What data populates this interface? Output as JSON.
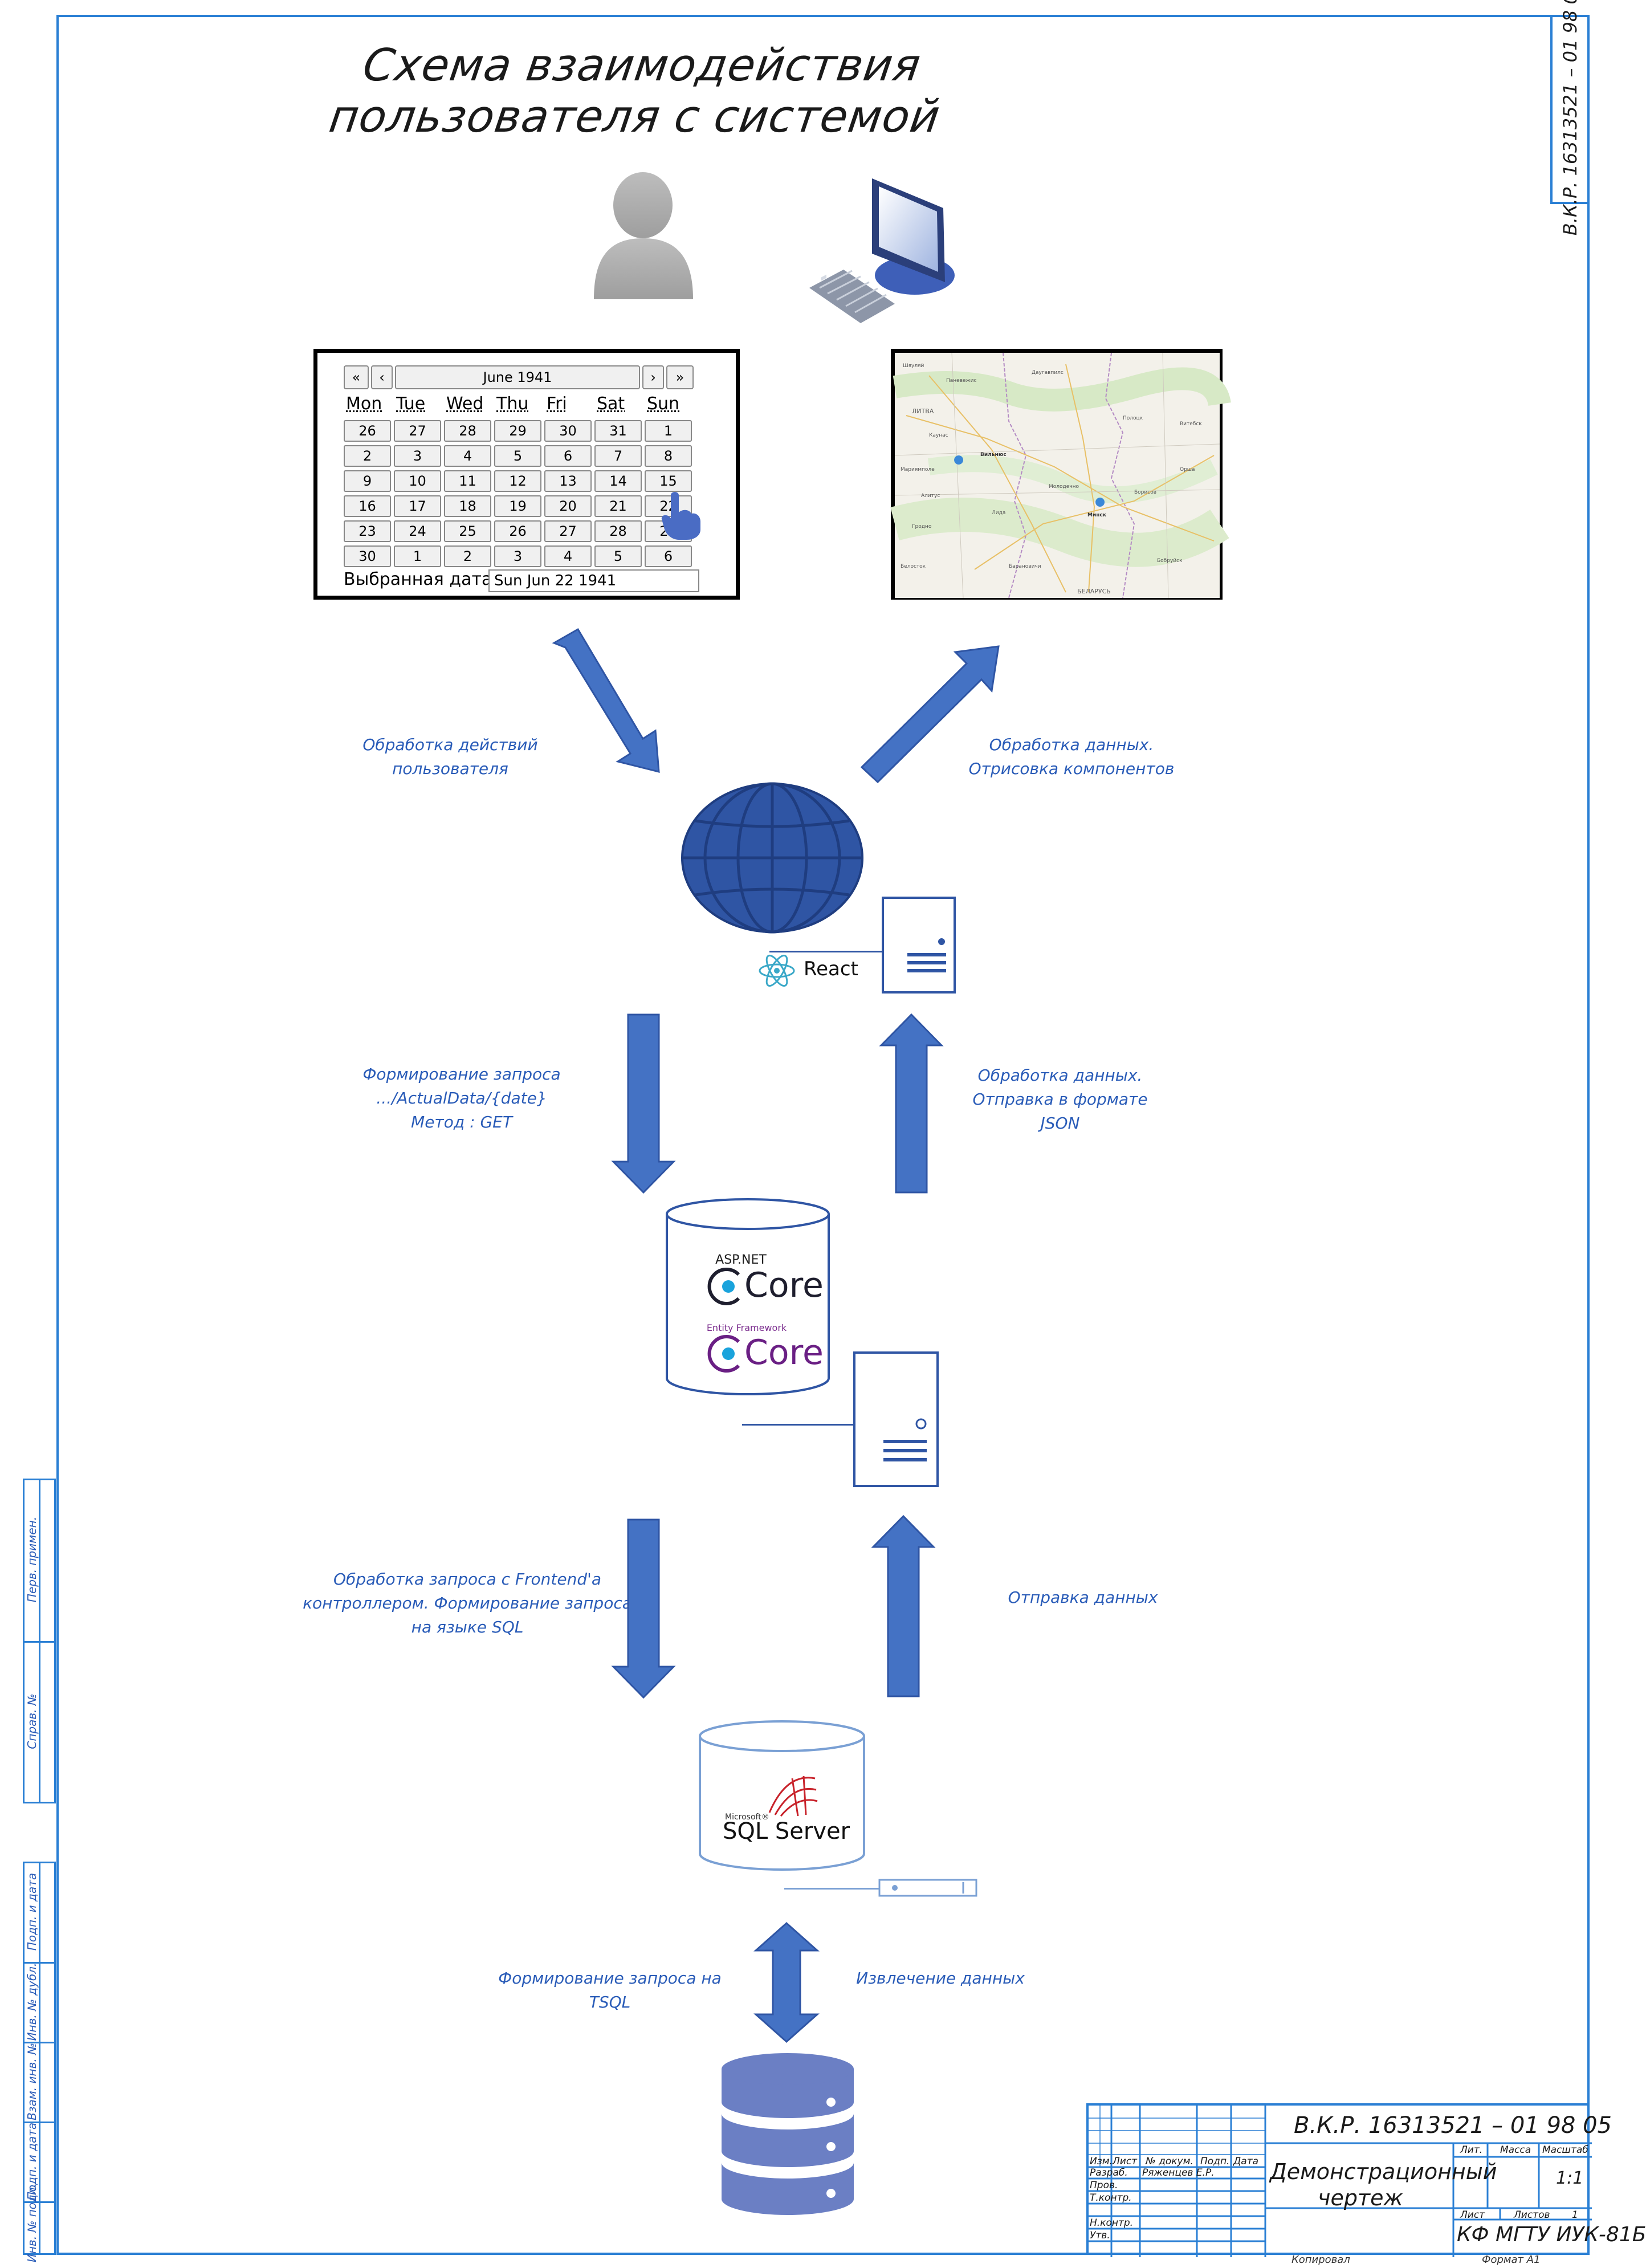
{
  "title": "Схема взаимодействия пользователя с системой",
  "doc_code": "В.К.Р. 16313521 – 01 98 05",
  "calendar": {
    "month_label": "June 1941",
    "nav": [
      "«",
      "‹",
      "›",
      "»"
    ],
    "weekdays": [
      "Mon",
      "Tue",
      "Wed",
      "Thu",
      "Fri",
      "Sat",
      "Sun"
    ],
    "weeks": [
      [
        "26",
        "27",
        "28",
        "29",
        "30",
        "31",
        "1"
      ],
      [
        "2",
        "3",
        "4",
        "5",
        "6",
        "7",
        "8"
      ],
      [
        "9",
        "10",
        "11",
        "12",
        "13",
        "14",
        "15"
      ],
      [
        "16",
        "17",
        "18",
        "19",
        "20",
        "21",
        "22"
      ],
      [
        "23",
        "24",
        "25",
        "26",
        "27",
        "28",
        "29"
      ],
      [
        "30",
        "1",
        "2",
        "3",
        "4",
        "5",
        "6"
      ]
    ],
    "selected_label": "Выбранная дата",
    "selected_value": "Sun Jun 22 1941"
  },
  "map": {
    "places": [
      "Шяуляй",
      "Паневежис",
      "Даугавпилс",
      "ЛИТВА",
      "Каунас",
      "Вильнюс",
      "Мариямполе",
      "Алитус",
      "Лида",
      "Гродно",
      "Минск",
      "Молодечно",
      "Борисов",
      "Бобруйск",
      "Барановичи",
      "Белосток",
      "БЕЛАРУСЬ",
      "Витебск",
      "Полоцк",
      "Орша"
    ]
  },
  "captions": {
    "user_actions": "Обработка действий\nпользователя",
    "data_render": "Обработка данных.\nОтрисовка компонентов",
    "form_request": "Формирование запроса\n.../ActualData/{date}\nМетод :  GET",
    "json_send": "Обработка данных.\nОтправка в формате\nJSON",
    "controller_sql": "Обработка запроса с Frontend'а\nконтроллером. Формирование запроса\nна  языке SQL",
    "send_data": "Отправка данных",
    "tsql": "Формирование запроса на\nTSQL",
    "extract": "Извлечение данных"
  },
  "logos": {
    "react": "React",
    "aspnet_small": "ASP.NET",
    "aspnet_core": "Core",
    "ef_small": "Entity Framework",
    "ef_core": "Core",
    "ms_small": "Microsoft®",
    "sql_server": "SQL Server"
  },
  "left_strip": {
    "top_cells": [
      "Перв. примен.",
      "Справ. №"
    ],
    "bottom_cells": [
      "Подп. и дата",
      "Инв. № дубл.",
      "Взам. инв. №",
      "Подп. и дата",
      "Инв. № подл."
    ]
  },
  "title_block": {
    "code": "В.К.Р. 16313521 – 01 98 05",
    "doc_name_1": "Демонстрационный",
    "doc_name_2": "чертеж",
    "org": "КФ МГТУ ИУК-81Б",
    "head_cols": [
      "Изм.",
      "Лист",
      "№ докум.",
      "Подп.",
      "Дата"
    ],
    "roles": [
      "Разраб.",
      "Пров.",
      "Т.контр.",
      "",
      "Н.контр.",
      "Утв."
    ],
    "developer": "Ряженцев Е.Р.",
    "col_lit": "Лит.",
    "col_mass": "Масса",
    "col_scale": "Масштаб",
    "scale": "1:1",
    "sheet_label": "Лист",
    "sheets_label": "Листов",
    "sheets_value": "1",
    "copied": "Копировал",
    "format": "Формат     А1"
  },
  "colors": {
    "frame": "#2a7fd4",
    "arrow": "#4472c4",
    "caption": "#2a5cb8",
    "db": "#6b7fc4"
  }
}
